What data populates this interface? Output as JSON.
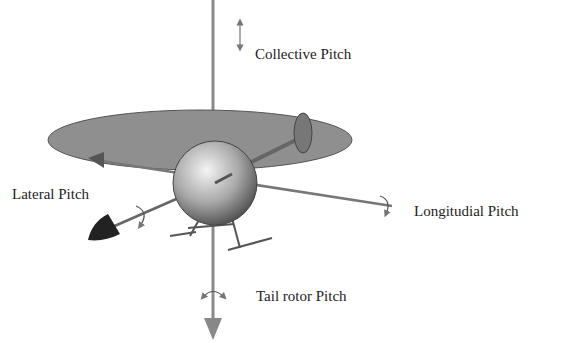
{
  "diagram": {
    "labels": [
      "Collective Pitch",
      "Lateral Pitch",
      "Longitudial Pitch",
      "Tail rotor Pitch"
    ]
  }
}
